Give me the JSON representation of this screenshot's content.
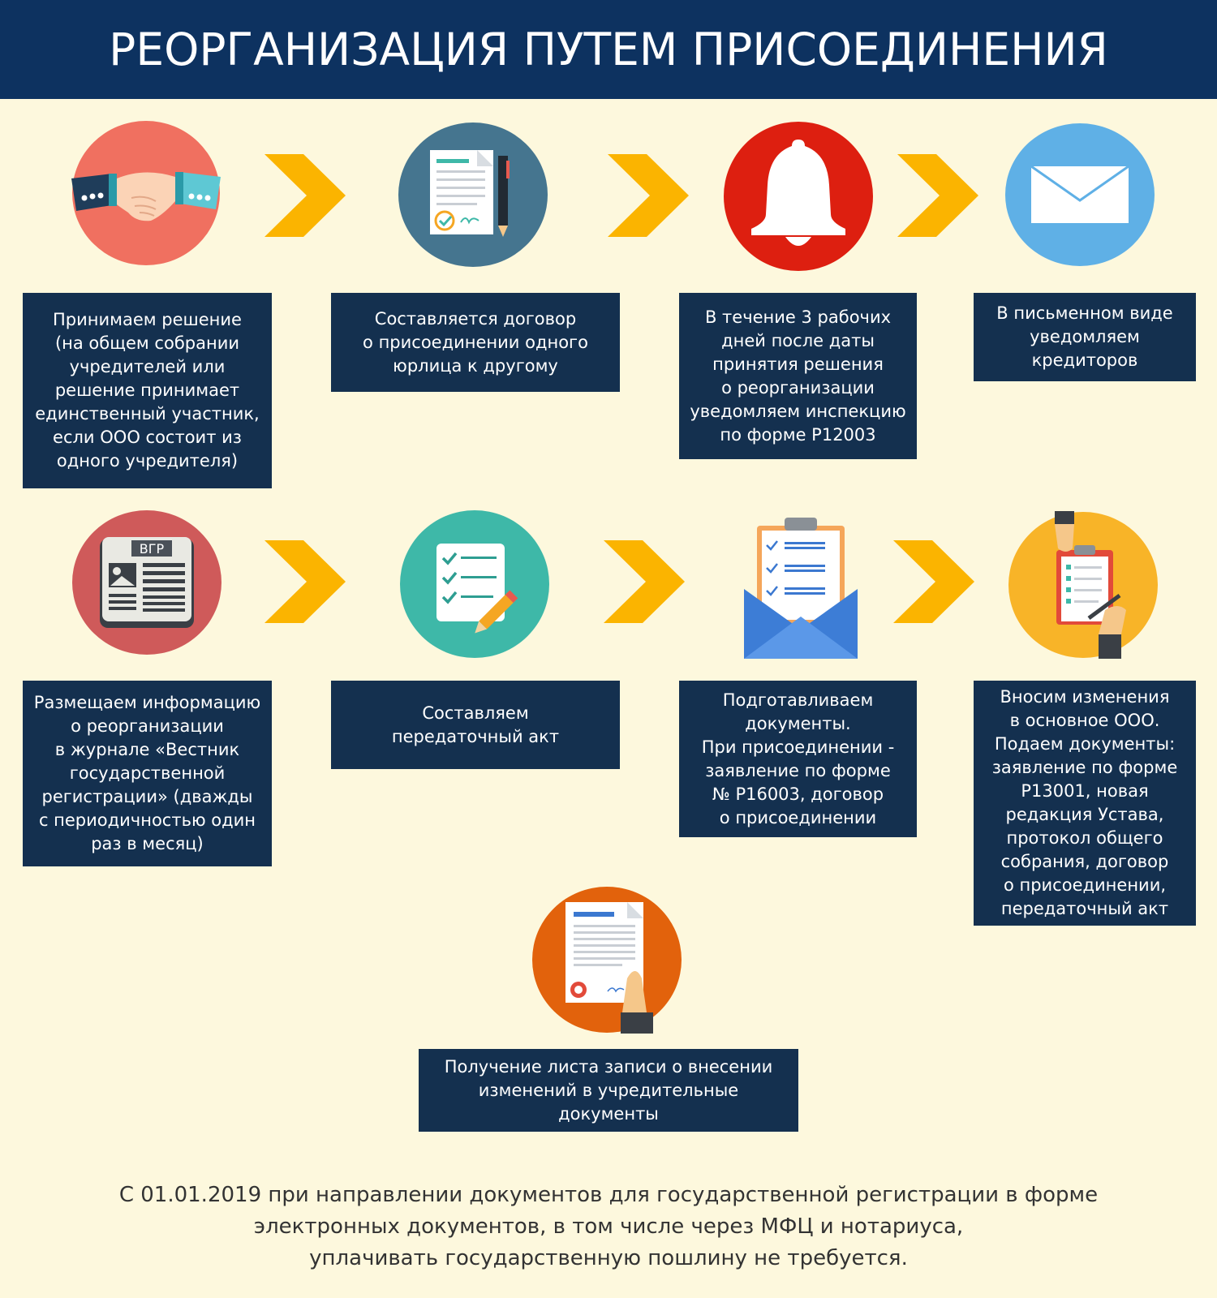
{
  "header": {
    "title": "РЕОРГАНИЗАЦИЯ ПУТЕМ ПРИСОЕДИНЕНИЯ"
  },
  "colors": {
    "header_bg": "#0d3260",
    "page_bg": "#fdf8dd",
    "box_bg": "#14304f",
    "arrow": "#fbb400"
  },
  "steps": [
    {
      "icon": "handshake-icon",
      "circle_color": "#f07060",
      "text": "Принимаем решение\n(на общем собрании\nучредителей или\nрешение принимает\nединственный участник,\nесли ООО состоит из\nодного учредителя)"
    },
    {
      "icon": "contract-icon",
      "circle_color": "#45758f",
      "text": "Составляется договор\nо присоединении одного\nюрлица к другому"
    },
    {
      "icon": "bell-icon",
      "circle_color": "#dd1f10",
      "text": "В течение 3 рабочих\nдней после даты\nпринятия решения\nо реорганизации\nуведомляем инспекцию\nпо форме Р12003"
    },
    {
      "icon": "envelope-icon",
      "circle_color": "#5fb0e6",
      "text": "В письменном виде\nуведомляем\nкредиторов"
    },
    {
      "icon": "newspaper-icon",
      "circle_color": "#cf5a5a",
      "label": "ВГР",
      "text": "Размещаем информацию\nо реорганизации\nв журнале «Вестник\nгосударственной\nрегистрации» (дважды\nс периодичностью один\nраз в месяц)"
    },
    {
      "icon": "checklist-icon",
      "circle_color": "#3eb8a8",
      "text": "Составляем\nпередаточный акт"
    },
    {
      "icon": "clipboard-envelope-icon",
      "circle_color": "",
      "text": "Подготавливаем\nдокументы.\nПри присоединении -\nзаявление по форме\n№ Р16003, договор\nо присоединении"
    },
    {
      "icon": "signing-clipboard-icon",
      "circle_color": "#f8b428",
      "text": "Вносим изменения\nв основное ООО.\nПодаем документы:\nзаявление по форме\nР13001, новая\nредакция Устава,\nпротокол общего\nсобрания, договор\nо присоединении,\nпередаточный акт"
    },
    {
      "icon": "certificate-icon",
      "circle_color": "#e2620c",
      "text": "Получение листа записи о внесении\nизменений в учредительные документы"
    }
  ],
  "footer": {
    "text": "С 01.01.2019 при направлении документов для государственной регистрации в форме\nэлектронных документов, в том числе через МФЦ и нотариуса,\nуплачивать государственную пошлину не требуется."
  }
}
